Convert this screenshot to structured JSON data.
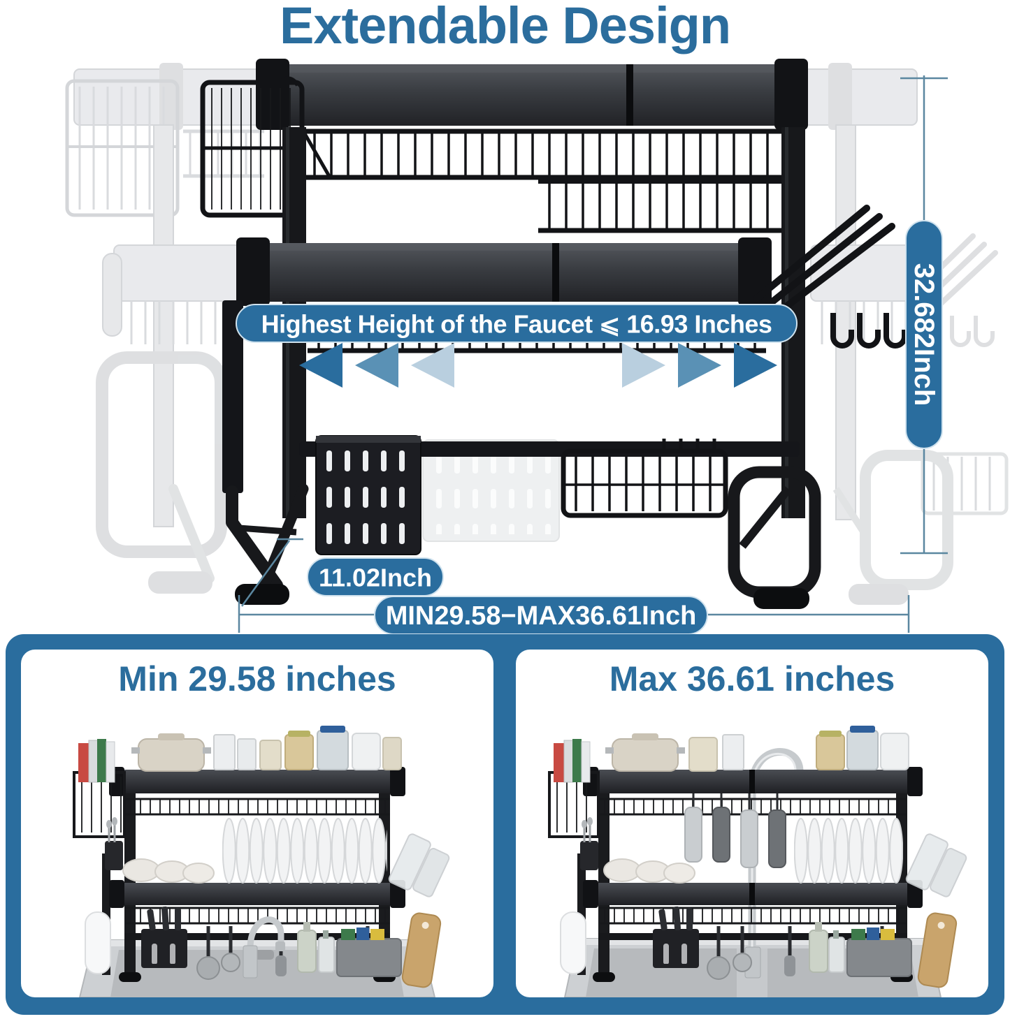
{
  "title": "Extendable Design",
  "diagram": {
    "faucet_note": "Highest Height of the Faucet ⩽ 16.93 Inches",
    "height_label": "32.682Inch",
    "depth_label": "11.02Inch",
    "width_range_label": "MIN29.58−MAX36.61Inch"
  },
  "panels": [
    {
      "title": "Min 29.58 inches"
    },
    {
      "title": "Max 36.61 inches"
    }
  ],
  "colors": {
    "accent_blue": "#2a6d9e",
    "arrow_dark_blue": "#2a6d9e",
    "arrow_mid_blue": "#5a91b5",
    "arrow_light_blue": "#b9cfdf",
    "rack_black": "#17181b",
    "ghost_gray": "#d7d9dc",
    "dimension_line": "#5b87a0"
  }
}
